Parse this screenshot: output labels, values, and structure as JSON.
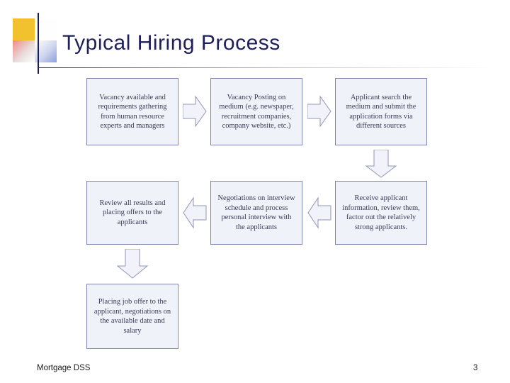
{
  "slide": {
    "title": "Typical Hiring Process",
    "footer_left": "Mortgage DSS",
    "page_number": "3",
    "accent_colors": {
      "title_text": "#1f1f5c",
      "node_fill": "#f0f2fa",
      "node_border": "#7f86ad",
      "arrow_fill": "#f2f3fa",
      "arrow_border": "#8f96b8",
      "logo_yellow": "#f2c12e",
      "logo_blue": "#8d9ede",
      "logo_red": "#f08a8a"
    }
  },
  "chart_data": {
    "type": "diagram",
    "title": "Typical Hiring Process",
    "nodes": [
      {
        "id": "n1",
        "text": "Vacancy available and requirements gathering from human resource experts and managers"
      },
      {
        "id": "n2",
        "text": "Vacancy Posting on medium (e.g. newspaper, recruitment companies, company website, etc.)"
      },
      {
        "id": "n3",
        "text": "Applicant search the medium and submit the application forms via different sources"
      },
      {
        "id": "n4",
        "text": "Receive applicant information, review them, factor out the relatively strong applicants."
      },
      {
        "id": "n5",
        "text": "Negotiations on interview schedule and process personal interview with the applicants"
      },
      {
        "id": "n6",
        "text": "Review all results and placing offers to the applicants"
      },
      {
        "id": "n7",
        "text": "Placing job offer to the applicant, negotiations on the available date and salary"
      }
    ],
    "edges": [
      {
        "from": "n1",
        "to": "n2",
        "direction": "right"
      },
      {
        "from": "n2",
        "to": "n3",
        "direction": "right"
      },
      {
        "from": "n3",
        "to": "n4",
        "direction": "down"
      },
      {
        "from": "n4",
        "to": "n5",
        "direction": "left"
      },
      {
        "from": "n5",
        "to": "n6",
        "direction": "left"
      },
      {
        "from": "n6",
        "to": "n7",
        "direction": "down"
      }
    ]
  }
}
